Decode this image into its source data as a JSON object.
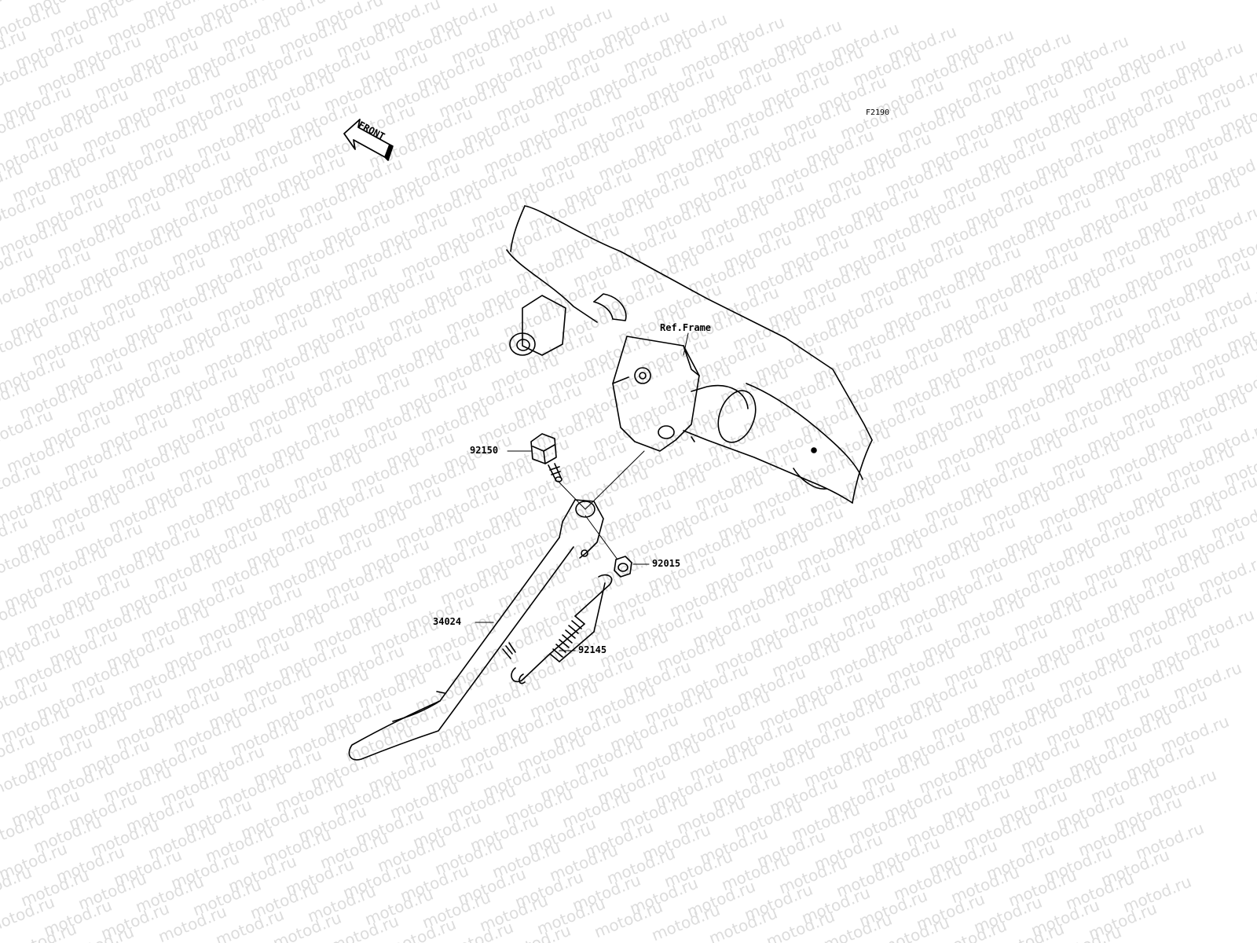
{
  "diagram_code": "F2190",
  "watermark": "motod.ru",
  "front_label": "FRONT",
  "callouts": [
    {
      "id": "ref-frame",
      "text": "Ref.Frame"
    },
    {
      "id": "92150",
      "text": "92150"
    },
    {
      "id": "92015",
      "text": "92015"
    },
    {
      "id": "34024",
      "text": "34024"
    },
    {
      "id": "92145",
      "text": "92145"
    }
  ]
}
